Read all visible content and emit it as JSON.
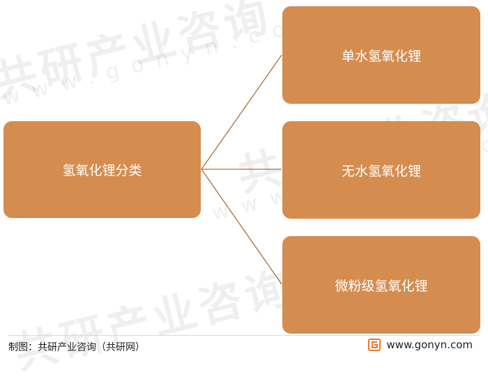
{
  "diagram": {
    "root": {
      "label": "氢氧化锂分类"
    },
    "children": [
      {
        "label": "单水氢氧化锂"
      },
      {
        "label": "无水氢氧化锂"
      },
      {
        "label": "微粉级氢氧化锂"
      }
    ]
  },
  "watermark": {
    "brand_cn": "共研产业咨询",
    "domain": "www.gonyn.com"
  },
  "footer": {
    "source": "制图：共研产业咨询（共研网）",
    "website": "www.gonyn.com"
  },
  "colors": {
    "box_fill": "#d48c4f",
    "connector": "#a9703b",
    "logo_accent": "#e8792e"
  }
}
